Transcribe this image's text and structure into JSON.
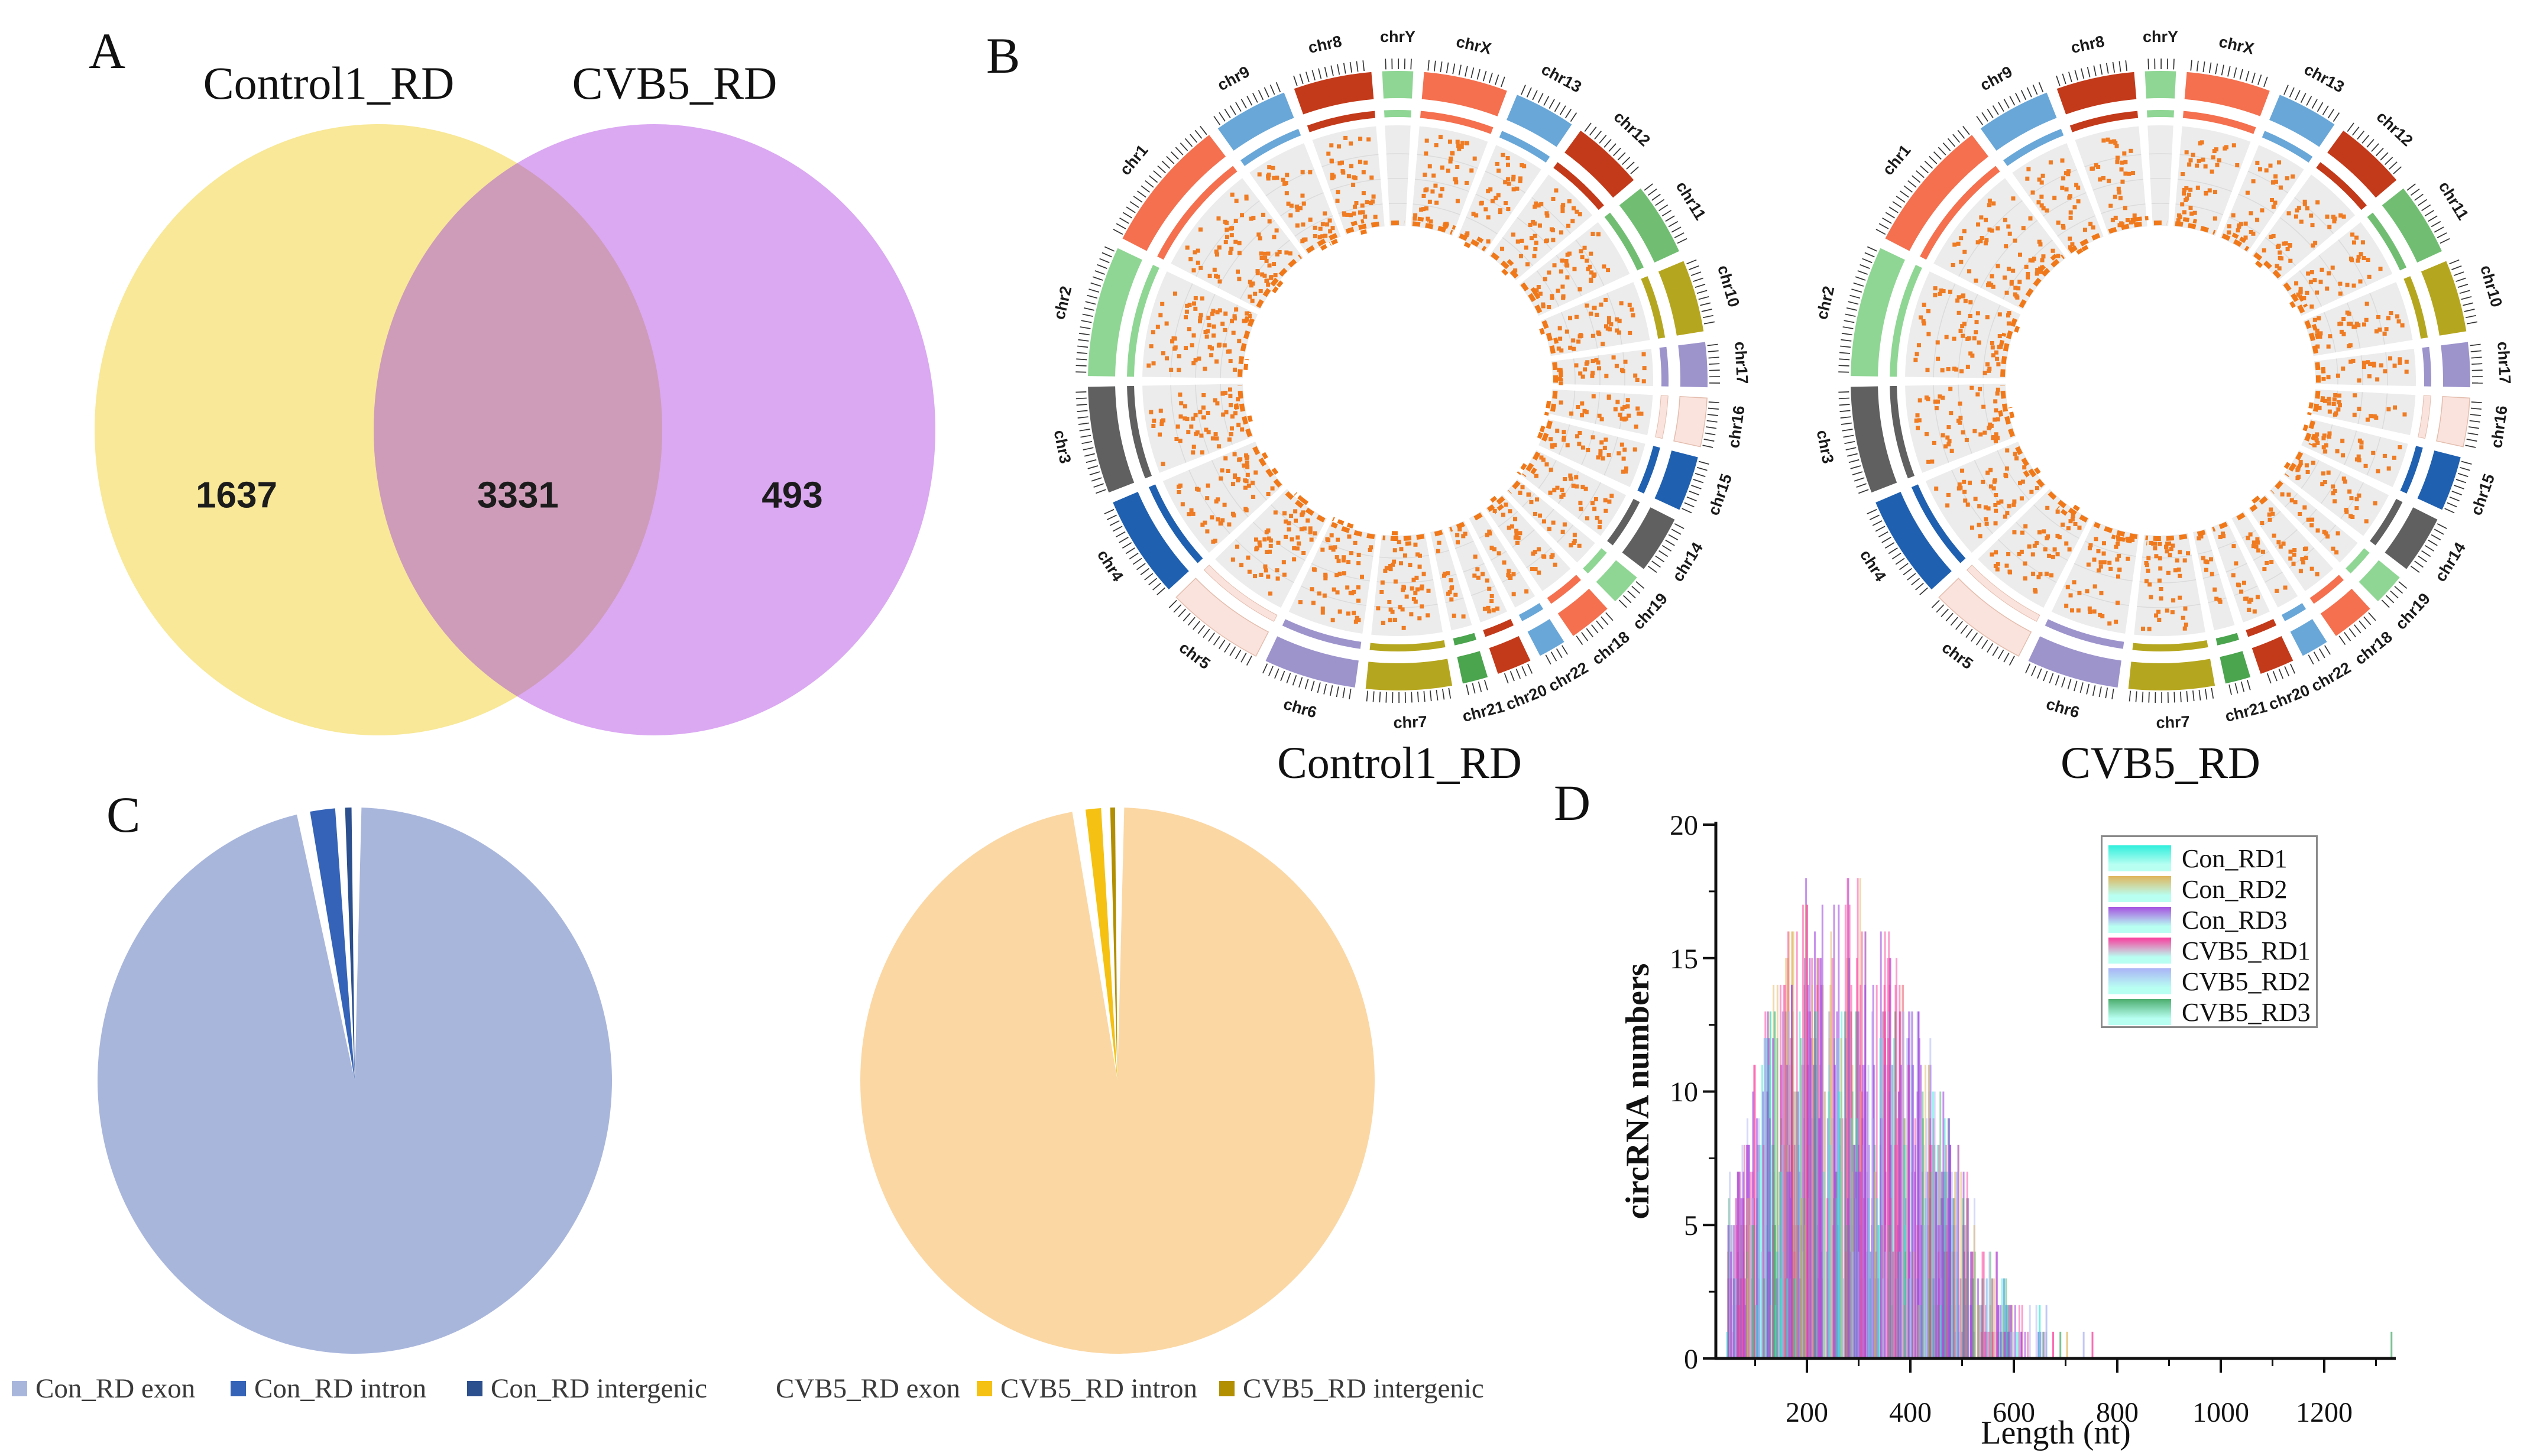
{
  "panel_labels": {
    "a": "A",
    "b": "B",
    "c": "C",
    "d": "D"
  },
  "chart_data": [
    {
      "type": "venn",
      "sets": [
        {
          "label": "Control1_RD",
          "only_value": "1637",
          "color": "#F8E897"
        },
        {
          "label": "CVB5_RD",
          "only_value": "493",
          "color": "#DBA8F2"
        }
      ],
      "overlap": {
        "value": "3331",
        "color": "#CE9CB8"
      }
    },
    {
      "type": "circos",
      "plots": [
        {
          "caption": "Control1_RD",
          "seed": 7,
          "density": 0.3
        },
        {
          "caption": "CVB5_RD",
          "seed": 13,
          "density": 0.27
        }
      ],
      "point_color": "#EF7B22",
      "ring_color": "#F07818",
      "track_bg": "#ECECEC",
      "grid_color": "#DBDBDB",
      "tick_color": "#333333",
      "chromosomes": [
        {
          "name": "chrY",
          "size": 57,
          "color": "#8FD694"
        },
        {
          "name": "chrX",
          "size": 156,
          "color": "#F4704F"
        },
        {
          "name": "chr13",
          "size": 114,
          "color": "#69A7D8"
        },
        {
          "name": "chr12",
          "size": 133,
          "color": "#C33A1A"
        },
        {
          "name": "chr11",
          "size": 135,
          "color": "#71BE73"
        },
        {
          "name": "chr10",
          "size": 134,
          "color": "#B5A61F"
        },
        {
          "name": "chr17",
          "size": 83,
          "color": "#9D94CC"
        },
        {
          "name": "chr16",
          "size": 90,
          "color": "#FAE3DC"
        },
        {
          "name": "chr15",
          "size": 102,
          "color": "#2060B0"
        },
        {
          "name": "chr14",
          "size": 107,
          "color": "#606060"
        },
        {
          "name": "chr19",
          "size": 59,
          "color": "#8FD694"
        },
        {
          "name": "chr18",
          "size": 80,
          "color": "#F4704F"
        },
        {
          "name": "chr22",
          "size": 51,
          "color": "#69A7D8"
        },
        {
          "name": "chr20",
          "size": 64,
          "color": "#C33A1A"
        },
        {
          "name": "chr21",
          "size": 47,
          "color": "#4BA44E"
        },
        {
          "name": "chr7",
          "size": 159,
          "color": "#B5A61F"
        },
        {
          "name": "chr6",
          "size": 171,
          "color": "#9D94CC"
        },
        {
          "name": "chr5",
          "size": 182,
          "color": "#FAE3DC"
        },
        {
          "name": "chr4",
          "size": 190,
          "color": "#2060B0"
        },
        {
          "name": "chr3",
          "size": 198,
          "color": "#606060"
        },
        {
          "name": "chr2",
          "size": 242,
          "color": "#8FD694"
        },
        {
          "name": "chr1",
          "size": 249,
          "color": "#F4704F"
        },
        {
          "name": "chr9",
          "size": 138,
          "color": "#69A7D8"
        },
        {
          "name": "chr8",
          "size": 145,
          "color": "#C33A1A"
        }
      ]
    },
    {
      "type": "pie",
      "name": "Con_RD",
      "slices": [
        {
          "label": "Con_RD exon",
          "value": 96.8,
          "color": "#A9B6DC",
          "marker": "#A9B6DC"
        },
        {
          "label": "Con_RD intron",
          "value": 2.4,
          "color": "#3563B7",
          "marker": "#3563B7"
        },
        {
          "label": "Con_RD intergenic",
          "value": 0.8,
          "color": "#2C4F8E",
          "marker": "#2C4F8E"
        }
      ]
    },
    {
      "type": "pie",
      "name": "CVB5_RD",
      "slices": [
        {
          "label": "CVB5_RD exon",
          "value": 97.6,
          "color": "#FBD7A4",
          "marker": "#FFFFFF"
        },
        {
          "label": "CVB5_RD intron",
          "value": 1.8,
          "color": "#F5C112",
          "marker": "#F5C112"
        },
        {
          "label": "CVB5_RD intergenic",
          "value": 0.6,
          "color": "#B18F00",
          "marker": "#B18F00"
        }
      ]
    },
    {
      "type": "bar",
      "title": "",
      "xlabel": "Length (nt)",
      "ylabel": "circRNA numbers",
      "xlim": [
        0,
        1360
      ],
      "ylim": [
        0,
        20
      ],
      "xticks": [
        "200",
        "400",
        "600",
        "800",
        "1000",
        "1200"
      ],
      "xticks_values": [
        200,
        400,
        600,
        800,
        1000,
        1200
      ],
      "xminor_values": [
        100,
        300,
        500,
        700,
        900,
        1100,
        1300
      ],
      "yticks": [
        "0",
        "5",
        "10",
        "15",
        "20"
      ],
      "yticks_values": [
        0,
        5,
        10,
        15,
        20
      ],
      "yminor_values": [
        2.5,
        7.5,
        12.5,
        17.5
      ],
      "legend_position": "top-right",
      "grid": false,
      "seed": 42,
      "n_bars": 980,
      "bar_width_nt": 3,
      "series": [
        {
          "name": "Con_RD1",
          "color": "#30EEDC",
          "weight": 0.14
        },
        {
          "name": "Con_RD2",
          "color": "#E0B55C",
          "weight": 0.13
        },
        {
          "name": "Con_RD3",
          "color": "#A44FE0",
          "weight": 0.27
        },
        {
          "name": "CVB5_RD1",
          "color": "#FA3C9C",
          "weight": 0.17
        },
        {
          "name": "CVB5_RD2",
          "color": "#ABB4F6",
          "weight": 0.15
        },
        {
          "name": "CVB5_RD3",
          "color": "#4CAE6E",
          "weight": 0.14
        }
      ],
      "swatch_fade_color": "#B8FFF2",
      "envelope": [
        [
          45,
          6
        ],
        [
          80,
          9
        ],
        [
          120,
          13
        ],
        [
          160,
          16
        ],
        [
          200,
          18
        ],
        [
          300,
          18
        ],
        [
          340,
          17
        ],
        [
          380,
          15
        ],
        [
          420,
          13
        ],
        [
          460,
          10
        ],
        [
          500,
          8
        ],
        [
          530,
          6
        ],
        [
          560,
          4
        ],
        [
          600,
          3
        ],
        [
          640,
          2
        ],
        [
          700,
          1
        ],
        [
          760,
          1
        ]
      ],
      "peak": {
        "x": 243,
        "h": 18
      },
      "outliers": [
        {
          "x": 650,
          "h": 2,
          "series": 0
        },
        {
          "x": 663,
          "h": 2,
          "series": 4
        },
        {
          "x": 676,
          "h": 1,
          "series": 3
        },
        {
          "x": 690,
          "h": 1,
          "series": 5
        },
        {
          "x": 703,
          "h": 1,
          "series": 1
        },
        {
          "x": 735,
          "h": 1,
          "series": 4
        },
        {
          "x": 752,
          "h": 1,
          "series": 3
        },
        {
          "x": 1330,
          "h": 1,
          "series": 5
        }
      ]
    }
  ]
}
